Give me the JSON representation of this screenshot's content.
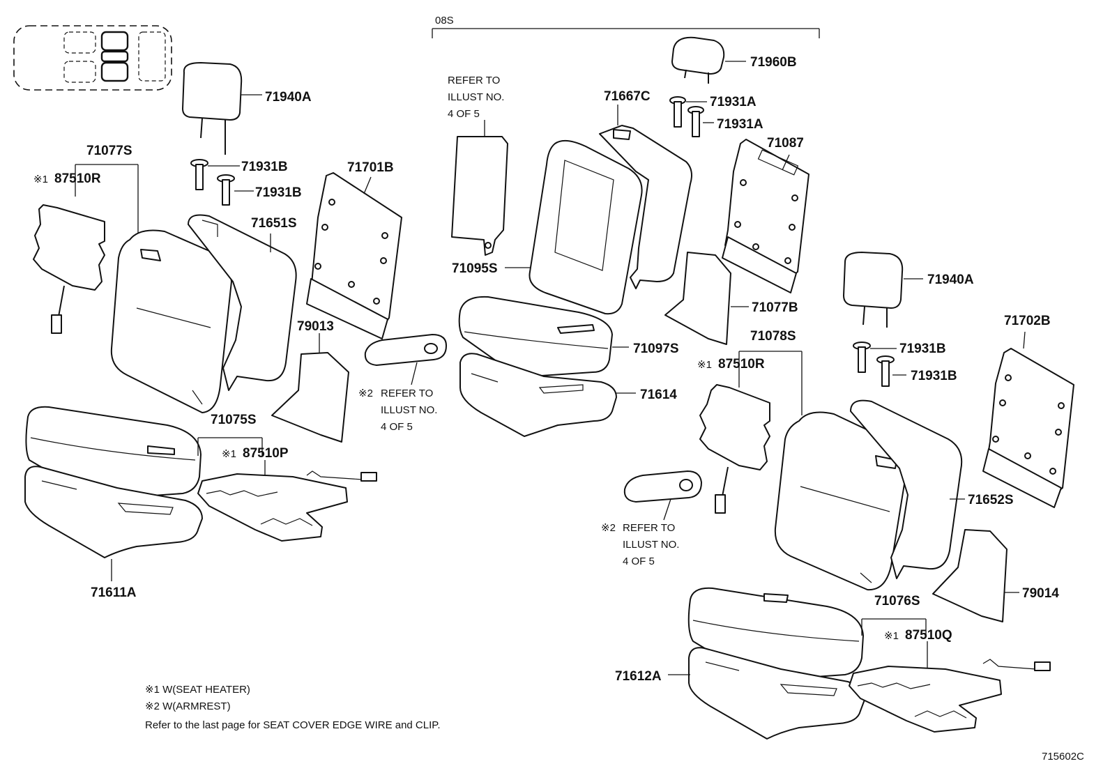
{
  "section_label": "08S",
  "figure_id": "715602C",
  "parts": {
    "p71940A_l": "71940A",
    "p71931B_l1": "71931B",
    "p71931B_l2": "71931B",
    "p71077S": "71077S",
    "p87510R_l": "87510R",
    "p71651S": "71651S",
    "p71701B": "71701B",
    "p79013": "79013",
    "p71075S": "71075S",
    "p87510P": "87510P",
    "p71611A": "71611A",
    "p71667C": "71667C",
    "p71960B": "71960B",
    "p71931A_1": "71931A",
    "p71931A_2": "71931A",
    "p71087": "71087",
    "p71095S": "71095S",
    "p71077B": "71077B",
    "p71097S": "71097S",
    "p71614": "71614",
    "p71078S": "71078S",
    "p87510R_r": "87510R",
    "p71940A_r": "71940A",
    "p71931B_r1": "71931B",
    "p71931B_r2": "71931B",
    "p71702B": "71702B",
    "p71652S": "71652S",
    "p79014": "79014",
    "p71076S": "71076S",
    "p87510Q": "87510Q",
    "p71612A": "71612A"
  },
  "marks": {
    "m1": "※1",
    "m2": "※2"
  },
  "refer": {
    "a1": "REFER TO",
    "a2": "ILLUST NO.",
    "a3": "4 OF 5",
    "b1": "REFER TO",
    "b2": "ILLUST NO.",
    "b3": "4 OF 5",
    "c1": "REFER TO",
    "c2": "ILLUST NO.",
    "c3": "4 OF 5"
  },
  "notes": {
    "n1": "※1 W(SEAT HEATER)",
    "n2": "※2 W(ARMREST)",
    "n3": "Refer to the last page for SEAT COVER EDGE WIRE and CLIP."
  }
}
